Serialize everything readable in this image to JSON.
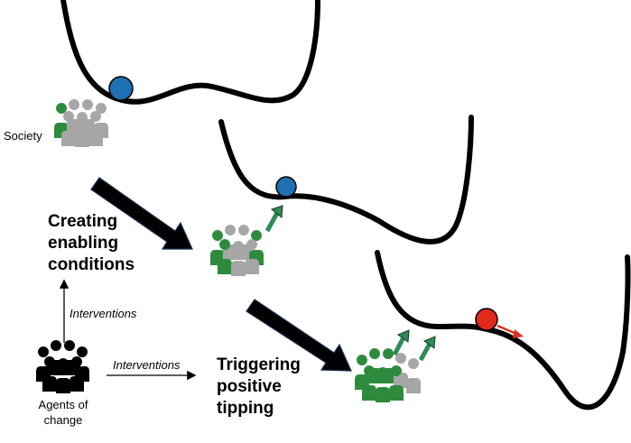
{
  "labels": {
    "society": "Society",
    "creating_enabling_conditions": "Creating\nenabling\nconditions",
    "triggering_positive_tipping": "Triggering\npositive\ntipping",
    "interventions_vertical": "Interventions",
    "interventions_horizontal": "Interventions",
    "agents_of_change": "Agents of\nchange"
  },
  "colors": {
    "landscape": "#000000",
    "ball_stable": "#1f6fb5",
    "ball_tipping": "#e02b1c",
    "person_gray": "#a6a6a6",
    "person_green": "#2e8b3e",
    "person_black": "#000000",
    "arrow_big": "#000000",
    "arrow_push": "#2e8b57",
    "arrow_red": "#d8321e"
  },
  "icons": {
    "stage1_group": "people-group-icon",
    "stage2_group": "people-group-icon",
    "stage3_group": "people-group-icon",
    "agents_group": "people-group-icon",
    "stage_arrow": "block-arrow-icon",
    "push_arrow": "up-arrow-icon"
  },
  "stages": [
    {
      "ball_state": "stable",
      "green_share": "low"
    },
    {
      "ball_state": "stable",
      "green_share": "medium"
    },
    {
      "ball_state": "tipping",
      "green_share": "high"
    }
  ]
}
